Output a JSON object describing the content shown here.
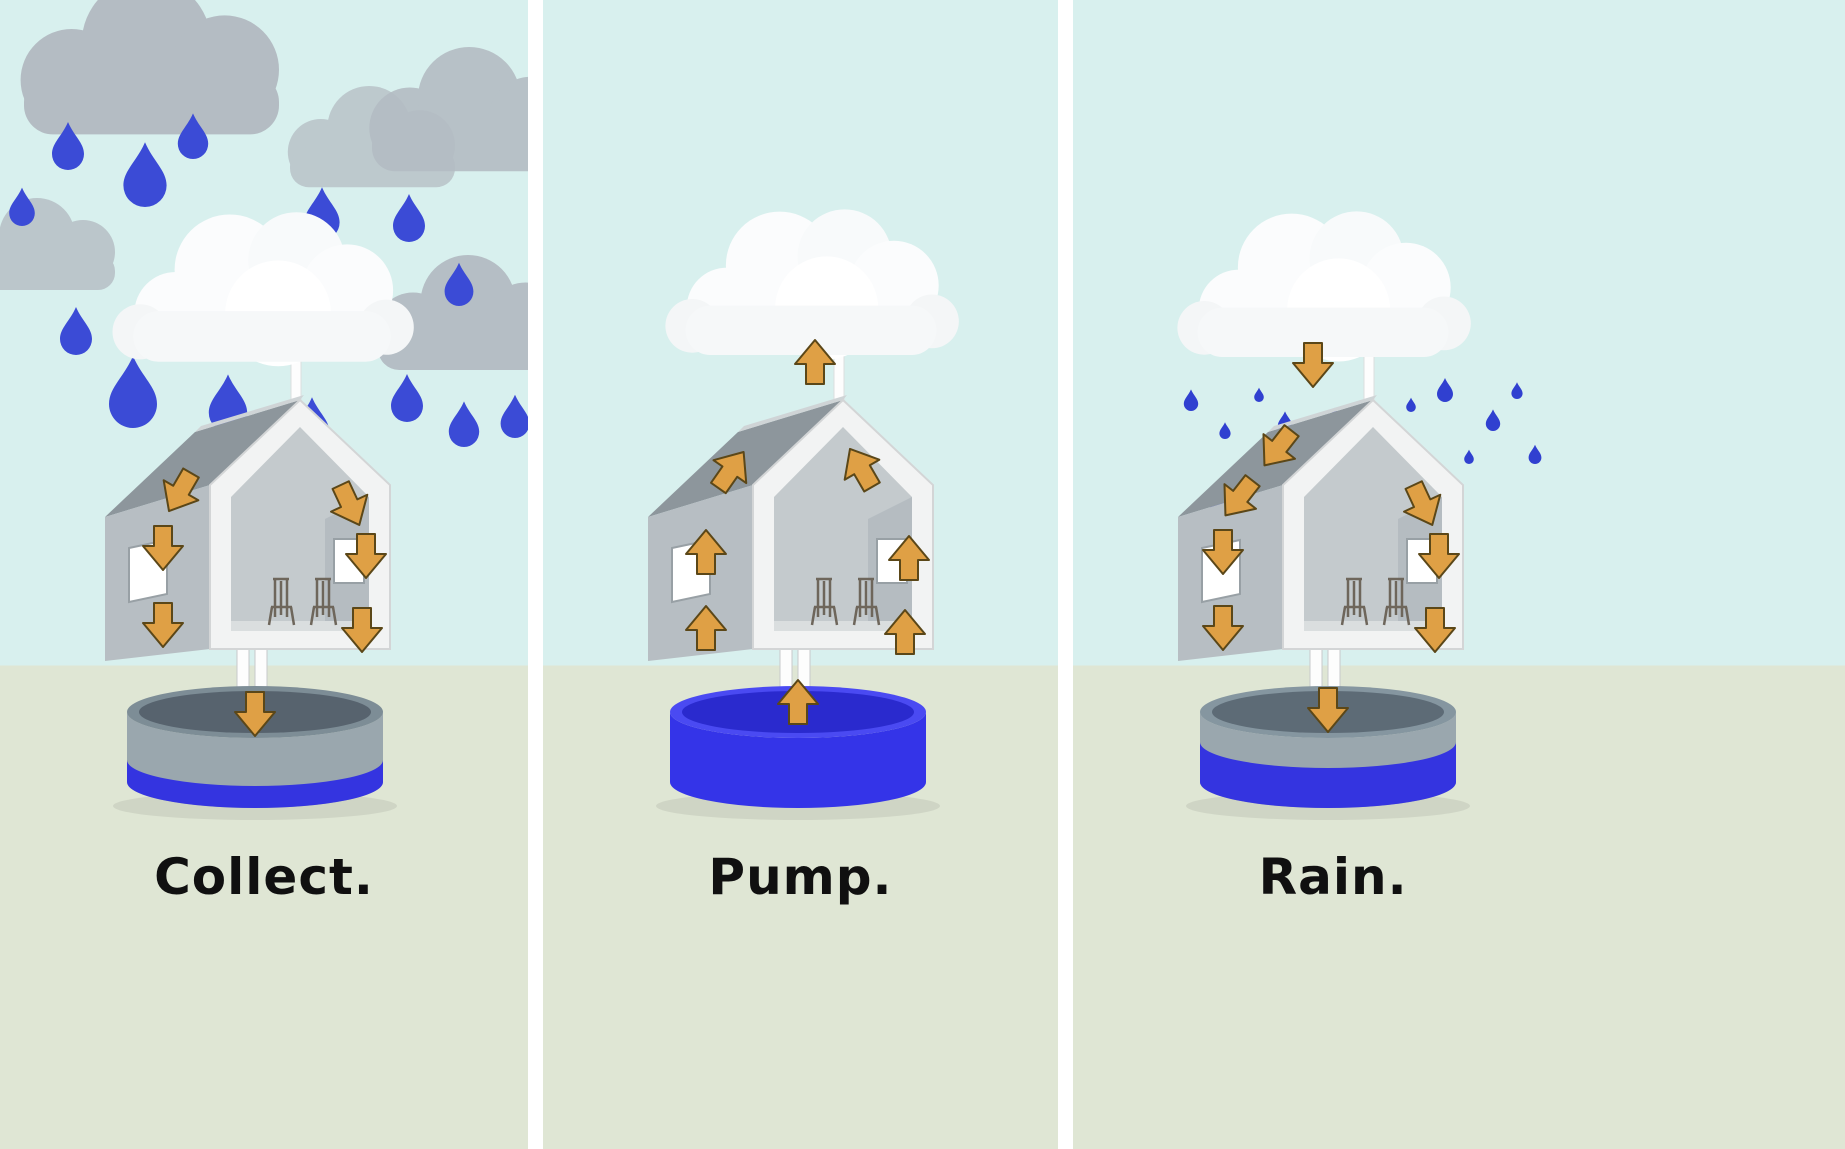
{
  "diagram": {
    "type": "illustrated-process",
    "panels": [
      {
        "id": "collect",
        "label": "Collect.",
        "scene": {
          "sky": "gray rain clouds with heavy blue raindrops and one white cloud over house",
          "arrow_direction": "down",
          "rain": "heavy",
          "tank_water_level": "low"
        }
      },
      {
        "id": "pump",
        "label": "Pump.",
        "scene": {
          "sky": "single white cloud above house",
          "arrow_direction": "up",
          "rain": "none",
          "tank_water_level": "full"
        }
      },
      {
        "id": "rain",
        "label": "Rain.",
        "scene": {
          "sky": "white cloud dropping light rain onto roof",
          "arrow_direction": "down",
          "rain": "light",
          "tank_water_level": "half"
        }
      }
    ]
  },
  "colors": {
    "sky": "#d8f0ee",
    "ground": "#dfe6d4",
    "panel_divider": "#ffffff",
    "raindrop_blue": "#3b4bd6",
    "tank_water_blue": "#3434e0",
    "arrow_orange": "#dfa045",
    "house_gray": "#b7bec3",
    "cloud_white": "#fbfcfd",
    "cloud_gray": "#b4bcc3",
    "label_text": "#101010"
  }
}
